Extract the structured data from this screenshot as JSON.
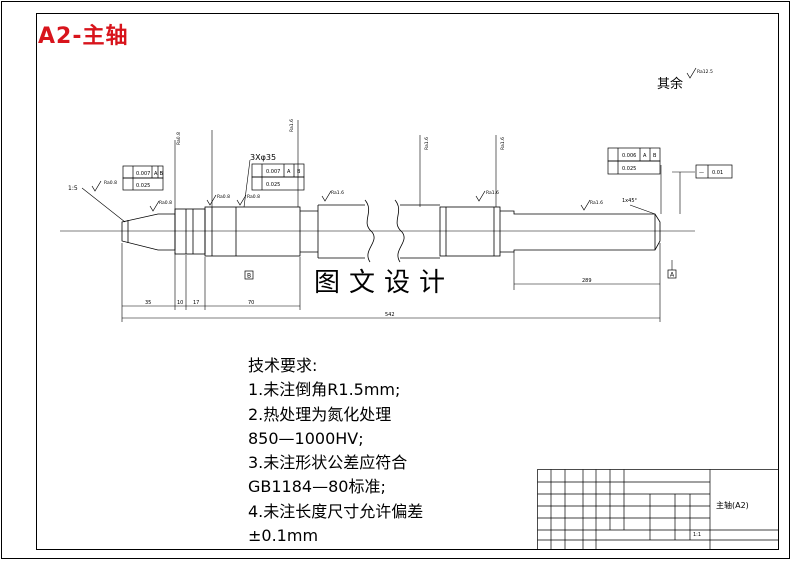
{
  "drawing": {
    "title": "A2-主轴",
    "watermark": "图文设计",
    "rest_finish_label": "其余",
    "rest_finish_value": "Ra12.5"
  },
  "annotations": {
    "chamfer_angle": "1:5",
    "holes": "3Xφ35",
    "angle": "1x45°",
    "fcf_left": {
      "tol1": "0.007",
      "datum1a": "A",
      "datum1b": "B",
      "tol2": "0.025"
    },
    "fcf_mid": {
      "tol1": "0.007",
      "datum1a": "A",
      "datum1b": "B",
      "tol2": "0.025"
    },
    "fcf_right": {
      "tol1": "0.006",
      "datum1a": "A",
      "datum1b": "B",
      "tol2": "0.025"
    },
    "fcf_far": {
      "sym": "—",
      "tol": "0.01"
    },
    "roughness": {
      "r1": "Ra0.8",
      "r2": "Ra0.8",
      "r3": "Ra0.8",
      "r4": "Ra0.8",
      "r5": "Ra1.6",
      "r6": "Ra1.6",
      "r7": "Ra1.6",
      "r8": "Ra0.8",
      "r9": "Ra12.5"
    },
    "datum_b": "B",
    "datum_a": "A"
  },
  "dimensions": {
    "d35": "35",
    "d10": "10",
    "d17": "17",
    "d70": "70",
    "d289": "289",
    "total": "542"
  },
  "tech_requirements": {
    "heading": "技术要求:",
    "line1": "1.未注倒角R1.5mm;",
    "line2": "2.热处理为氮化处理",
    "line3": "850—1000HV;",
    "line4": "3.未注形状公差应符合",
    "line5": "GB1184—80标准;",
    "line6": "4.未注长度尺寸允许偏差",
    "line7": "±0.1mm"
  },
  "title_block": {
    "part_name": "主轴(A2)",
    "scale": "1:1"
  },
  "colors": {
    "title_red": "#d8141c",
    "line": "#000000"
  }
}
